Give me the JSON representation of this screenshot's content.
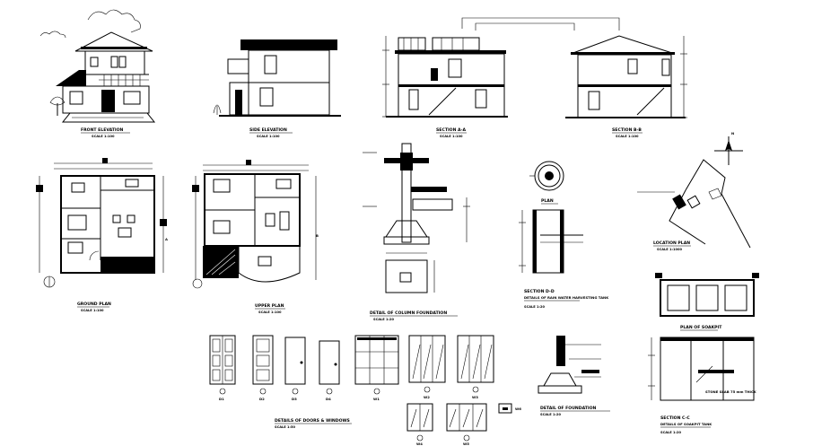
{
  "sheet": {
    "drawings": [
      {
        "id": "front-elevation",
        "title": "FRONT ELEVATION",
        "scale": "SCALE 1:100"
      },
      {
        "id": "side-elevation",
        "title": "SIDE ELEVATION",
        "scale": "SCALE 1:100"
      },
      {
        "id": "section-a-a",
        "title": "SECTION A-A",
        "scale": "SCALE 1:100"
      },
      {
        "id": "section-b-b",
        "title": "SECTION B-B",
        "scale": "SCALE 1:100"
      },
      {
        "id": "ground-plan",
        "title": "GROUND PLAN",
        "scale": "SCALE 1:100"
      },
      {
        "id": "upper-plan",
        "title": "UPPER PLAN",
        "scale": "SCALE 1:100"
      },
      {
        "id": "column-foundation",
        "title": "DETAIL OF COLUMN FOUNDATION",
        "scale": "SCALE 1:20"
      },
      {
        "id": "rainwater-plan",
        "title": "PLAN",
        "scale": ""
      },
      {
        "id": "rainwater-section",
        "title": "SECTION D-D",
        "subtitle": "DETAILS OF RAIN WATER HARVESTING TANK",
        "scale": "SCALE 1:20"
      },
      {
        "id": "location-plan",
        "title": "LOCATION PLAN",
        "scale": "SCALE 1:1000"
      },
      {
        "id": "soakpit-plan",
        "title": "PLAN OF SOAKPIT",
        "scale": ""
      },
      {
        "id": "doors-windows",
        "title": "DETAILS OF DOORS & WINDOWS",
        "scale": "SCALE 1:50"
      },
      {
        "id": "foundation-detail",
        "title": "DETAIL OF FOUNDATION",
        "scale": "SCALE 1:20"
      },
      {
        "id": "soakpit-section",
        "title": "SECTION C-C",
        "subtitle": "DETAILS OF SOAKPIT TANK",
        "scale": "SCALE 1:20"
      }
    ],
    "marks": {
      "section_a": "A",
      "section_b": "B",
      "north": "N",
      "soakpit_note": "STONE SLAB 75 mm THICK",
      "openings": [
        "D1",
        "D2",
        "D3",
        "D4",
        "W1",
        "W2",
        "W3",
        "W4",
        "W5",
        "W6"
      ]
    }
  }
}
